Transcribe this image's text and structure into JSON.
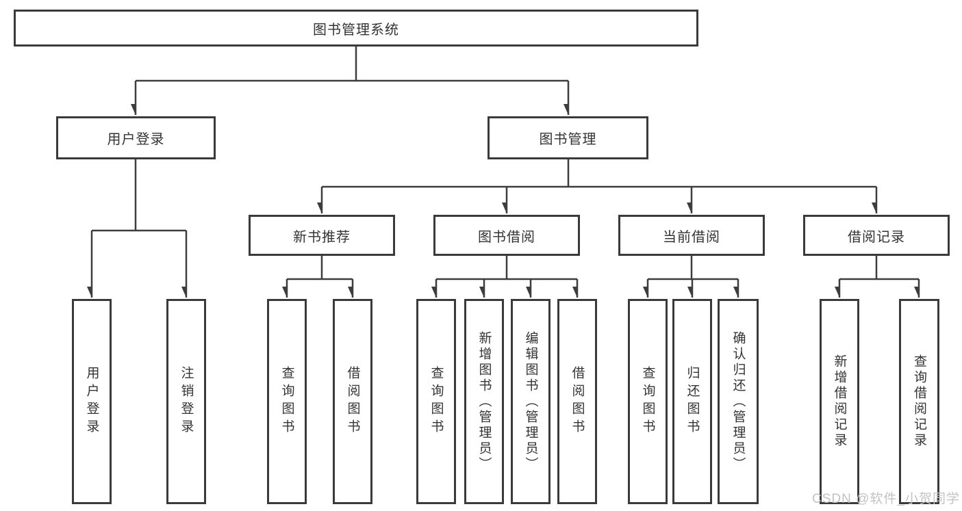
{
  "colors": {
    "line": "#3d3d3d",
    "box_border": "#3a3a3a",
    "box_fill": "#ffffff",
    "text": "#333333",
    "watermark": "#c3c3c3"
  },
  "tree": {
    "root": {
      "label": "图书管理系统"
    },
    "branches": [
      {
        "label": "用户登录",
        "children": [
          {
            "label": "用户登录"
          },
          {
            "label": "注销登录"
          }
        ]
      },
      {
        "label": "图书管理",
        "sections": [
          {
            "label": "新书推荐",
            "children": [
              {
                "label": "查询图书"
              },
              {
                "label": "借阅图书"
              }
            ]
          },
          {
            "label": "图书借阅",
            "children": [
              {
                "label": "查询图书"
              },
              {
                "label": "新增图书（管理员）"
              },
              {
                "label": "编辑图书（管理员）"
              },
              {
                "label": "借阅图书"
              }
            ]
          },
          {
            "label": "当前借阅",
            "children": [
              {
                "label": "查询图书"
              },
              {
                "label": "归还图书"
              },
              {
                "label": "确认归还（管理员）"
              }
            ]
          },
          {
            "label": "借阅记录",
            "children": [
              {
                "label": "新增借阅记录"
              },
              {
                "label": "查询借阅记录"
              }
            ]
          }
        ]
      }
    ]
  },
  "watermark": {
    "text": "CSDN @软件_小贺同学"
  }
}
